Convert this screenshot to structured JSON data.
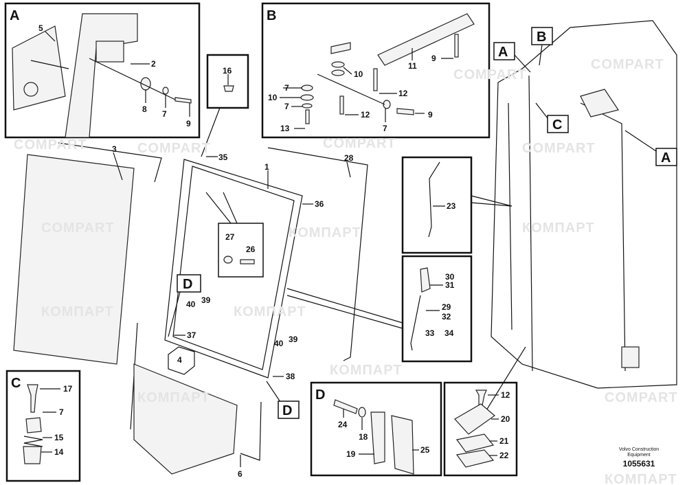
{
  "watermark": {
    "a": "COMPART",
    "b": "КОМПАРТ"
  },
  "boxes": {
    "A": "A",
    "B": "B",
    "C": "C",
    "D": "D"
  },
  "callouts": {
    "a5": "5",
    "a2": "2",
    "a8": "8",
    "a7": "7",
    "a9": "9",
    "c16": "16",
    "b11": "11",
    "b9a": "9",
    "b10a": "10",
    "b10b": "10",
    "b7a": "7",
    "b7b": "7",
    "b12a": "12",
    "b12b": "12",
    "b9b": "9",
    "b7c": "7",
    "b13": "13",
    "m3": "3",
    "m35": "35",
    "m1": "1",
    "m28": "28",
    "m36": "36",
    "m27": "27",
    "m26": "26",
    "m40a": "40",
    "m39a": "39",
    "m37": "37",
    "m40b": "40",
    "m39b": "39",
    "m38": "38",
    "m4": "4",
    "m6": "6",
    "m23": "23",
    "m30": "30",
    "m31": "31",
    "m29": "29",
    "m32": "32",
    "m33": "33",
    "m34": "34",
    "c17": "17",
    "c7": "7",
    "c15": "15",
    "c14": "14",
    "d24": "24",
    "d18": "18",
    "d19": "19",
    "d25": "25",
    "e12": "12",
    "e20": "20",
    "e21": "21",
    "e22": "22"
  },
  "footer": {
    "company_line1": "Volvo Construction",
    "company_line2": "Equipment",
    "drawing_number": "1055631"
  }
}
